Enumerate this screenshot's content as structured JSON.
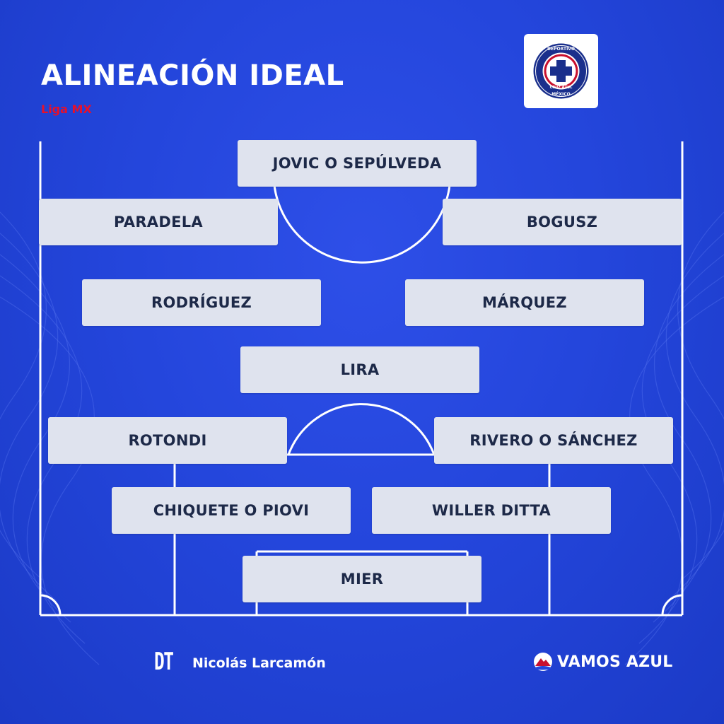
{
  "header": {
    "title": "ALINEACIÓN IDEAL",
    "subtitle": "Liga MX"
  },
  "club_logo": {
    "name": "Cruz Azul crest",
    "ring_text_top": "DEPORTIVO",
    "ring_text_bottom": "CRUZ AZUL",
    "ring_text_bottom2": "MÉXICO"
  },
  "lineup": {
    "forward": "JOVIC O SEPÚLVEDA",
    "left_wing": "PARADELA",
    "right_wing": "BOGUSZ",
    "left_mid": "RODRÍGUEZ",
    "right_mid": "MÁRQUEZ",
    "defensive_mid": "LIRA",
    "left_back": "ROTONDI",
    "right_back": "RIVERO O SÁNCHEZ",
    "left_center_back": "CHIQUETE O PIOVI",
    "right_center_back": "WILLER DITTA",
    "goalkeeper": "MIER"
  },
  "coach": {
    "label": "DT",
    "name": "Nicolás Larcamón"
  },
  "brand": {
    "name": "VAMOS AZUL",
    "icon": "mountain-logo-icon"
  },
  "colors": {
    "background": "#2446dc",
    "card": "#dfe3ee",
    "card_text": "#1d2948",
    "accent_red": "#e8102a",
    "lines": "#ffffff"
  }
}
